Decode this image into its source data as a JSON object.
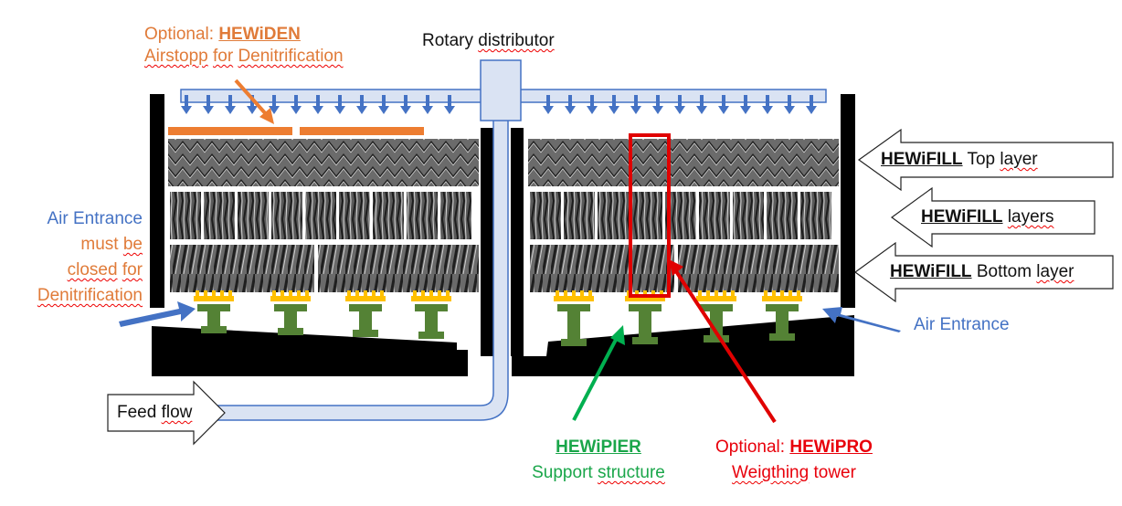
{
  "labels": {
    "rotary": [
      "Rotary",
      "distributor"
    ],
    "hewiden": {
      "prefix": "Optional: ",
      "brand": "HEWiDEN",
      "line2a": "Airstopp",
      "line2b": "for",
      "line2c": "Denitrification"
    },
    "air_left": {
      "l1": "Air Entrance",
      "l2a": "must",
      "l2b": "be",
      "l3a": "closed",
      "l3b": "for",
      "l4": "Denitrification"
    },
    "air_right": "Air Entrance",
    "fill_top": {
      "brand": "HEWiFILL",
      "rest": " Top ",
      "u": "layer"
    },
    "fill_mid": {
      "brand": "HEWiFILL",
      "rest": " ",
      "u": "layers"
    },
    "fill_bot": {
      "brand": "HEWiFILL",
      "rest": " Bottom ",
      "u": "layer"
    },
    "feed": {
      "a": "Feed ",
      "b": "flow"
    },
    "hewipier": {
      "brand": "HEWiPIER",
      "l2a": "Support ",
      "l2b": "structure"
    },
    "hewipro": {
      "prefix": "Optional: ",
      "brand": "HEWiPRO",
      "l2": "Weigthing",
      "l2b": " tower"
    }
  },
  "colors": {
    "pipe_fill": "#dae3f3",
    "pipe_stroke": "#4472c4",
    "nozzle_arrow": "#4472c4",
    "airstop_bar": "#ed7d31",
    "pier_green": "#548235",
    "pier_yellow": "#ffc000",
    "weigh_red": "#e00000",
    "support_arrow_green": "#00b050",
    "air_arrow_blue": "#4472c4",
    "hewiden_arrow": "#ed7d31"
  }
}
